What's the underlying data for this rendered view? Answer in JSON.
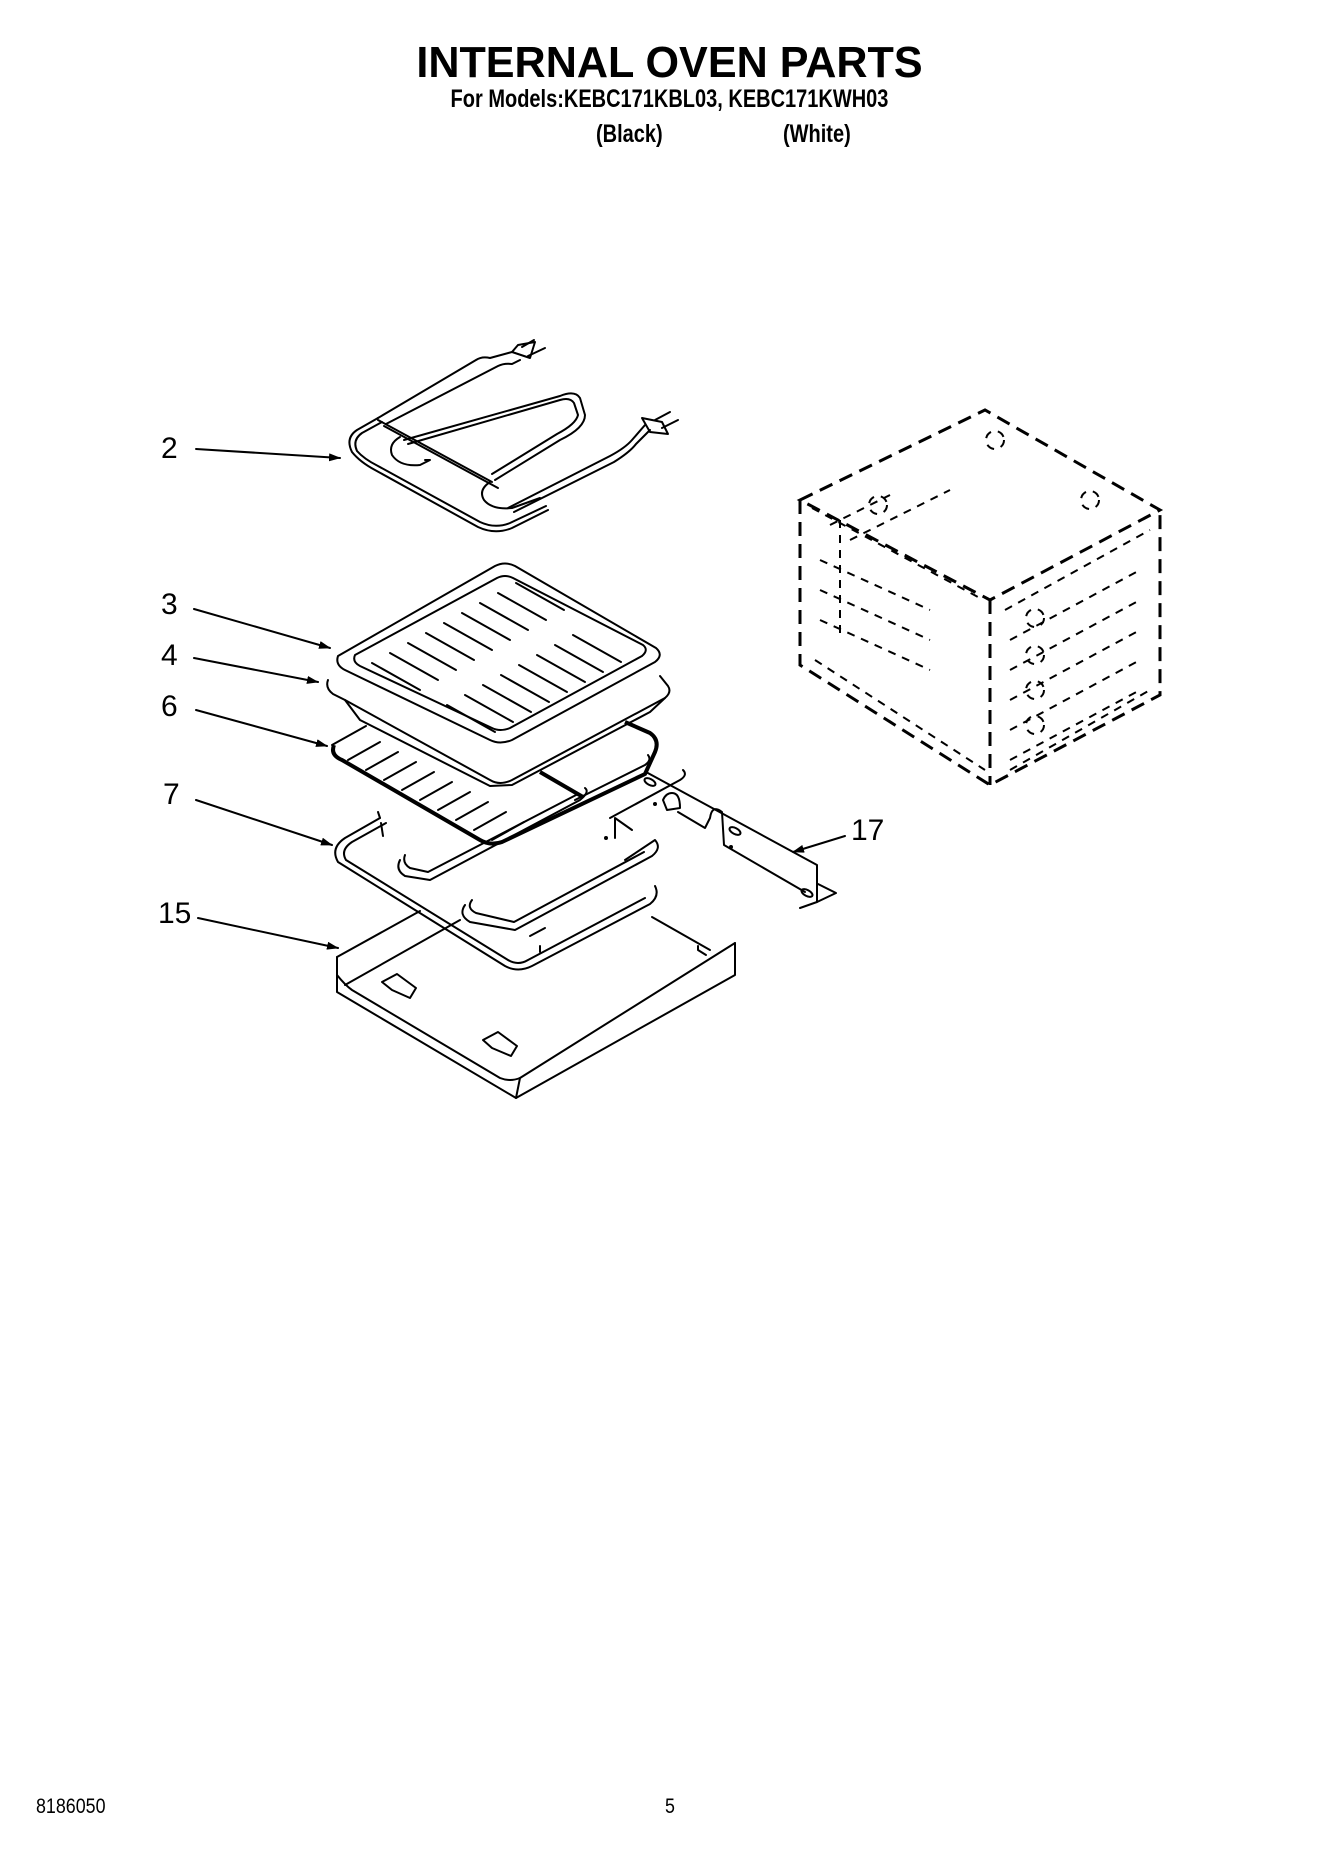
{
  "header": {
    "title": "INTERNAL OVEN PARTS",
    "models_line": "For Models:KEBC171KBL03, KEBC171KWH03",
    "variants": [
      {
        "label": "(Black)",
        "model": "KEBC171KBL03"
      },
      {
        "label": "(White)",
        "model": "KEBC171KWH03"
      }
    ]
  },
  "diagram": {
    "callouts": [
      {
        "number": "2",
        "part": "broil-element"
      },
      {
        "number": "3",
        "part": "broiler-pan-grid"
      },
      {
        "number": "4",
        "part": "broiler-pan"
      },
      {
        "number": "6",
        "part": "oven-rack"
      },
      {
        "number": "7",
        "part": "bake-element"
      },
      {
        "number": "15",
        "part": "oven-bottom-panel"
      },
      {
        "number": "17",
        "part": "rack-support-bracket"
      }
    ]
  },
  "footer": {
    "document_number": "8186050",
    "page_number": "5"
  }
}
